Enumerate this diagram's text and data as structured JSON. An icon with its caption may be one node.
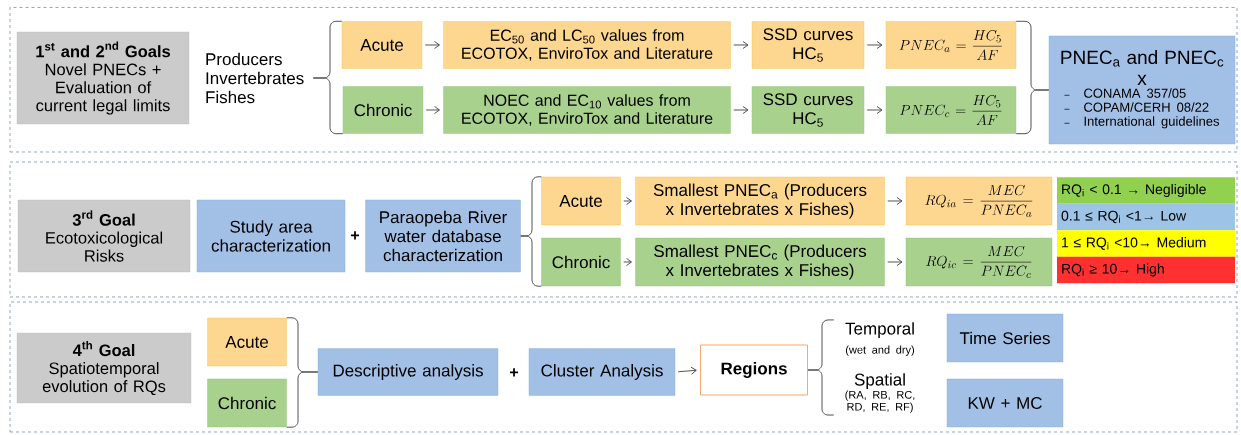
{
  "diagram": {
    "nodes": [
      {
        "text": [],
        "shape": "box"
      },
      {
        "text": [
          "\\textbf{1}^{\\textbf{st}}\\textbf{ and 2}^{\\textbf{nd}}\\textbf{ Goals}",
          "Novel PNECs + Evaluation of current legal limits"
        ],
        "in": 0
      },
      {
        "text": [
          "Producers Invertebrates Fishes"
        ],
        "in": 0
      },
      {
        "text": [
          "Acute"
        ],
        "in": 0
      },
      {
        "text": [
          "EC$_{50}$ and LC$_{50}$ values from ECOTOX, EnviroTox and Literature"
        ],
        "in": 0
      },
      {
        "text": [
          "SSD curves HC$_{5}$"
        ],
        "in": 0
      },
      {
        "text": [
          "PNEC_{a}=\\frac{HC_{5}}{AF}"
        ],
        "in": 0
      },
      {
        "text": [
          "Chronic"
        ],
        "in": 0
      },
      {
        "text": [
          "NOEC and EC$_{10}$ values from ECOTOX, EnviroTox and Literature"
        ],
        "in": 0
      },
      {
        "text": [
          "SSD curves HC$_{5}$"
        ],
        "in": 0
      },
      {
        "text": [
          "PNEC_{c}=\\frac{HC_{5}}{AF}"
        ],
        "in": 0
      },
      {
        "text": [
          "PNEC$_{a}$ and PNEC$_{c}$",
          "x",
          "CONAMA 357/05",
          "COPAM/CERH 08/22",
          "International guidelines"
        ],
        "in": 0
      },
      {
        "text": [],
        "shape": "box"
      },
      {
        "text": [
          "\\textbf{3}^{\\textbf{rd}}\\textbf{ Goal}",
          "Ecotoxicological Risks"
        ],
        "in": 12
      },
      {
        "text": [
          "Study area characterization"
        ],
        "in": 12
      },
      {
        "text": [
          "Paraopeba River water database characterization"
        ],
        "in": 12
      },
      {
        "text": [
          "Acute"
        ],
        "in": 12
      },
      {
        "text": [
          "Smallest PNEC$_{a}$ (Producers x Invertebrates x Fishes)"
        ],
        "in": 12
      },
      {
        "text": [
          "RQ_{ia}=\\frac{MEC}{PNEC_{a}}"
        ],
        "in": 12
      },
      {
        "text": [
          "Chronic"
        ],
        "in": 12
      },
      {
        "text": [
          "Smallest PNEC$_{c}$ (Producers x Invertebrates x Fishes)"
        ],
        "in": 12
      },
      {
        "text": [
          "RQ_{ic}=\\frac{MEC}{PNEC_{c}}"
        ],
        "in": 12
      },
      {
        "text": [
          "RQ$_{i}$ < 0.1 → Negligible"
        ],
        "in": 12
      },
      {
        "text": [
          "0.1 ≤ RQ$_{i}$ <1→ Low"
        ],
        "in": 12
      },
      {
        "text": [
          "1 ≤ RQ$_{i}$ <10→ Medium"
        ],
        "in": 12
      },
      {
        "text": [
          "RQ$_{i}$ ≥ 10→ High"
        ],
        "in": 12
      },
      {
        "text": [],
        "shape": "box"
      },
      {
        "text": [
          "\\textbf{4}^{\\textbf{th}}\\textbf{ Goal}",
          "Spatiotemporal evolution of RQs"
        ],
        "in": 26
      },
      {
        "text": [
          "Acute"
        ],
        "in": 26
      },
      {
        "text": [
          "Chronic"
        ],
        "in": 26
      },
      {
        "text": [
          "Descriptive analysis"
        ],
        "in": 26
      },
      {
        "text": [
          "Cluster Analysis"
        ],
        "in": 26
      },
      {
        "text": [
          "Regions"
        ],
        "in": 26
      },
      {
        "text": [
          "Temporal",
          "(wet and dry)"
        ],
        "in": 26
      },
      {
        "text": [
          "Spatial",
          "(RA, RB, RC, RD, RE, RF)"
        ],
        "in": 26
      },
      {
        "text": [
          "Time Series"
        ],
        "in": 26
      },
      {
        "text": [
          "KW + MC"
        ],
        "in": 26
      }
    ],
    "edges": [
      {
        "from": 2,
        "to": 3,
        "arrow": "none"
      },
      {
        "from": 2,
        "to": 7,
        "arrow": "none"
      },
      {
        "from": 3,
        "to": 4,
        "arrow": "to"
      },
      {
        "from": 4,
        "to": 5,
        "arrow": "to"
      },
      {
        "from": 5,
        "to": 6,
        "arrow": "to"
      },
      {
        "from": 7,
        "to": 8,
        "arrow": "to"
      },
      {
        "from": 8,
        "to": 9,
        "arrow": "to"
      },
      {
        "from": 9,
        "to": 10,
        "arrow": "to"
      },
      {
        "from": 6,
        "to": 11,
        "arrow": "none"
      },
      {
        "from": 10,
        "to": 11,
        "arrow": "none"
      },
      {
        "from": 15,
        "to": 16,
        "arrow": "none"
      },
      {
        "from": 15,
        "to": 19,
        "arrow": "none"
      },
      {
        "from": 16,
        "to": 17,
        "arrow": "to"
      },
      {
        "from": 17,
        "to": 18,
        "arrow": "to"
      },
      {
        "from": 19,
        "to": 20,
        "arrow": "to"
      },
      {
        "from": 20,
        "to": 21,
        "arrow": "to"
      },
      {
        "from": 28,
        "to": 30,
        "arrow": "none"
      },
      {
        "from": 29,
        "to": 30,
        "arrow": "none"
      },
      {
        "from": 31,
        "to": 32,
        "arrow": "to"
      },
      {
        "from": 32,
        "to": 33,
        "arrow": "none"
      },
      {
        "from": 32,
        "to": 34,
        "arrow": "none"
      }
    ],
    "labels": [
      "+",
      "+"
    ]
  }
}
